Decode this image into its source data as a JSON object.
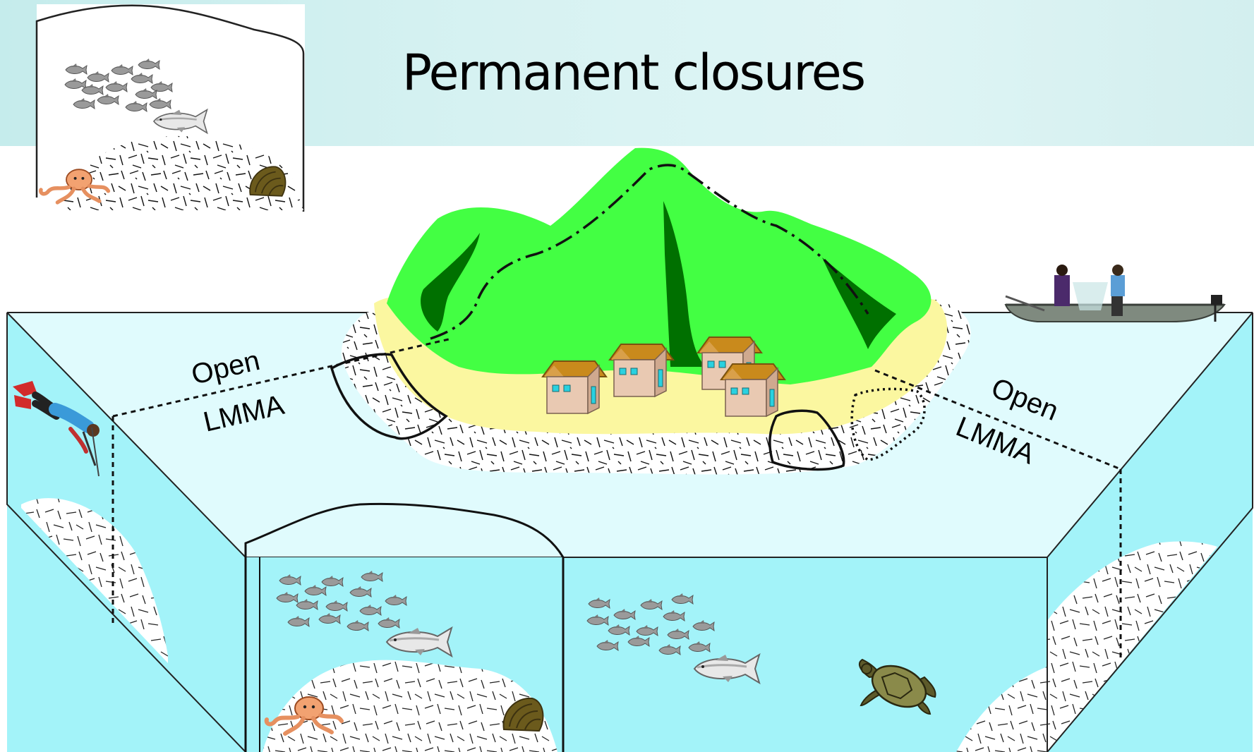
{
  "title": "Permanent closures",
  "labels": {
    "left_open": "Open",
    "left_lmma": "LMMA",
    "right_open": "Open",
    "right_lmma": "LMMA"
  },
  "colors": {
    "banner": "#d5f1f1",
    "water_top": "#e0fbfd",
    "water_side": "#a3f3f9",
    "island_green": "#43ff43",
    "island_dark": "#007000",
    "sand": "#fbf7a0",
    "house_wall": "#e9c9b2",
    "house_roof": "#c98a1c"
  },
  "icons": [
    "fish-school-icon",
    "salmon-icon",
    "octopus-icon",
    "clam-icon",
    "turtle-icon",
    "diver-icon",
    "fishing-boat-icon",
    "house-icon"
  ]
}
